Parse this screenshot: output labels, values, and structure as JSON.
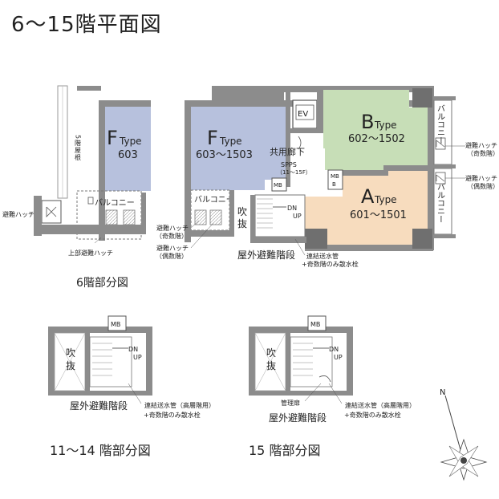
{
  "title": "6〜15階平面図",
  "colors": {
    "wall": "#8c8c8c",
    "wall_dark": "#6f6f6f",
    "f_type": "#b7c1dd",
    "b_type": "#c7deb7",
    "a_type": "#f7dcbe",
    "line": "#555555"
  },
  "units": {
    "f603": {
      "type_letter": "F",
      "type_sub": "Type",
      "rooms": "603"
    },
    "f603_1503": {
      "type_letter": "F",
      "type_sub": "Type",
      "rooms": "603〜1503"
    },
    "b": {
      "type_letter": "B",
      "type_sub": "Type",
      "rooms": "602〜1502"
    },
    "a": {
      "type_letter": "A",
      "type_sub": "Type",
      "rooms": "601〜1501"
    }
  },
  "labels": {
    "ev": "EV",
    "corridor": "共用廊下",
    "spps_1": "SPPS",
    "spps_2": "（11〜15F）",
    "mb": "MB",
    "balcony": "バルコニー",
    "balcony_v": "バルコニー",
    "fukinuke_1": "吹",
    "fukinuke_2": "抜",
    "dn": "DN",
    "up": "UP",
    "outdoor_stair": "屋外避難階段",
    "renketsu": "連結送水管",
    "renketsu_high": "連結送水管（高層階用）",
    "odd_only": "+奇数階のみ散水栓",
    "hatch": "避難ハッチ",
    "hatch_odd": "（奇数階）",
    "hatch_even": "（偶数階）",
    "upper_hatch": "上部避難ハッチ",
    "roof_5f": "5階屋根",
    "kanri_door": "管理扉",
    "north": "N"
  },
  "captions": {
    "floor6": "6階部分図",
    "floor11_14": "11〜14 階部分図",
    "floor15": "15 階部分図"
  }
}
